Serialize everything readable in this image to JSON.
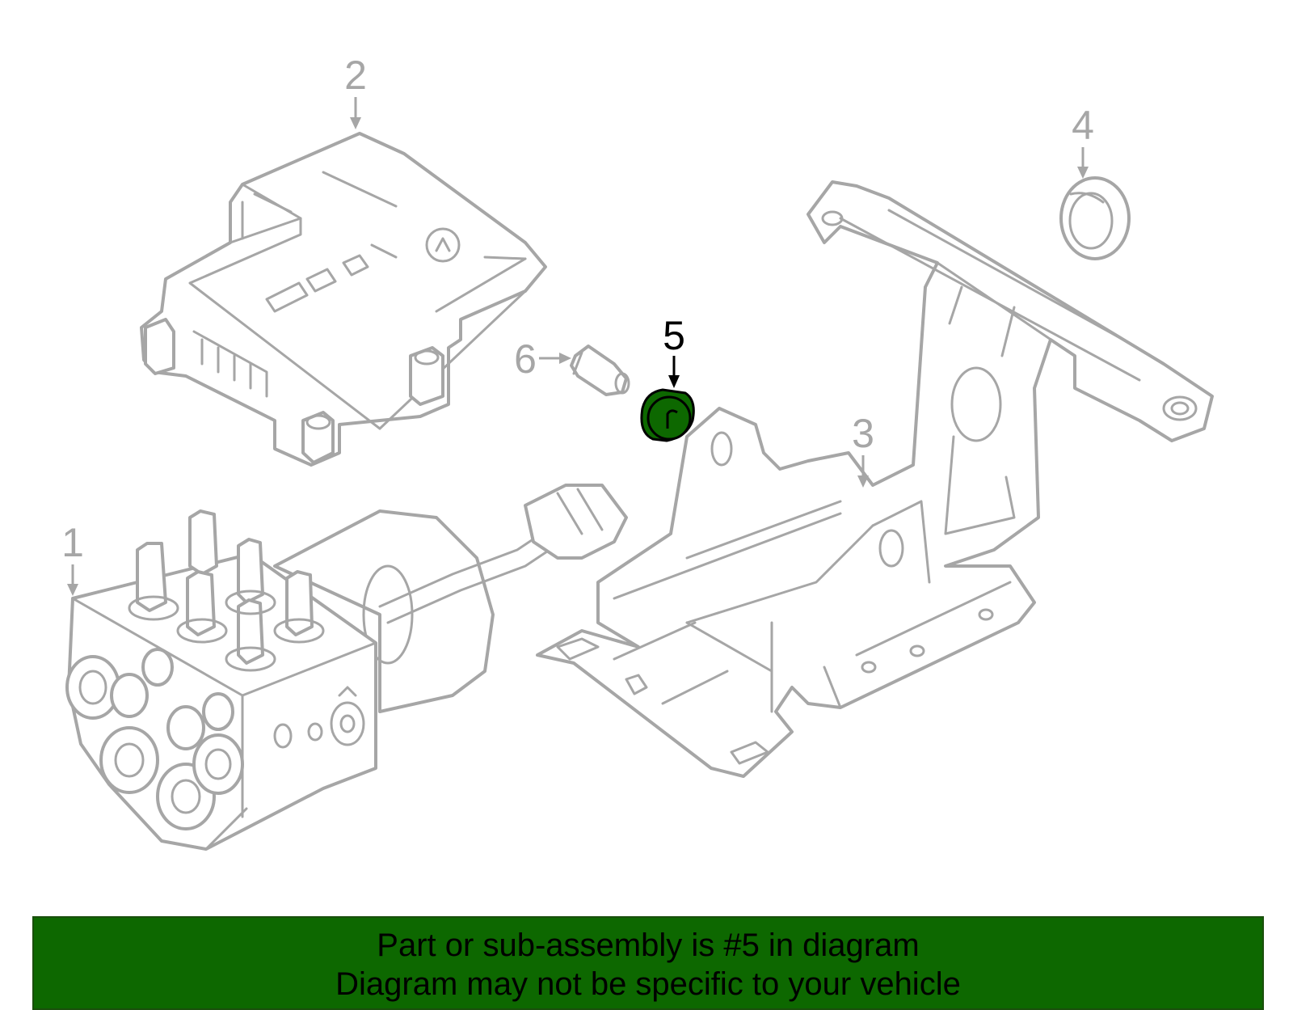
{
  "callouts": {
    "c1": "1",
    "c2": "2",
    "c3": "3",
    "c4": "4",
    "c5": "5",
    "c6": "6"
  },
  "highlight_color": "#0d6800",
  "banner": {
    "line1": "Part or sub-assembly is #5 in diagram",
    "line2": "Diagram may not be specific to your vehicle"
  }
}
